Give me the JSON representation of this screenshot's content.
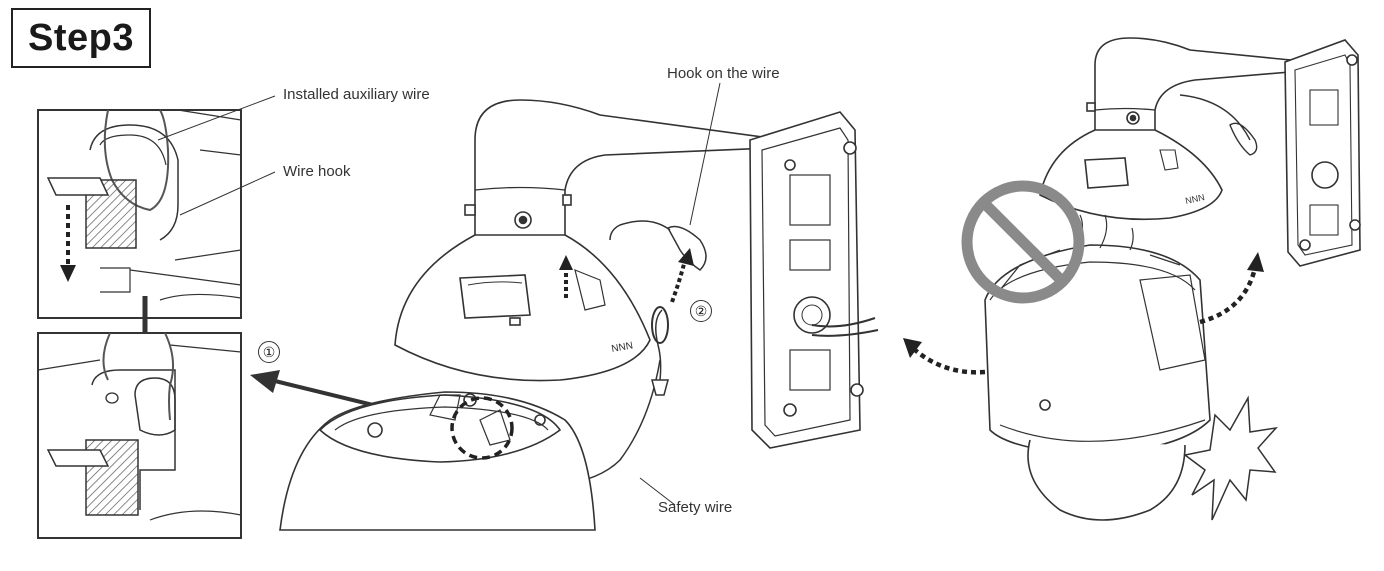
{
  "step": {
    "title": "Step3"
  },
  "labels": {
    "installed_aux_wire": "Installed auxiliary wire",
    "wire_hook": "Wire hook",
    "hook_on_wire": "Hook on the wire",
    "safety_wire": "Safety wire"
  },
  "steps": {
    "one": "①",
    "two": "②"
  },
  "icons": {
    "prohibit": "prohibition-sign-icon",
    "impact": "impact-burst-icon"
  },
  "colors": {
    "line": "#333333",
    "prohibit": "#8a8a8a",
    "hatch": "#555555"
  }
}
